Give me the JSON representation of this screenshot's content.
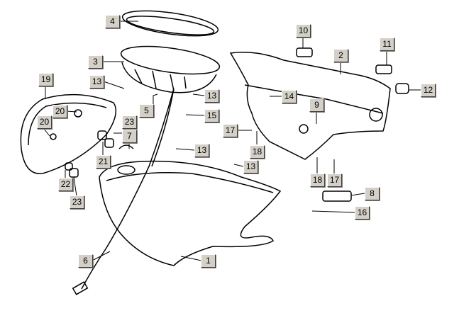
{
  "diagram_title": "",
  "labels": [
    "4",
    "3",
    "13",
    "5",
    "13",
    "15",
    "19",
    "20",
    "20",
    "23",
    "7",
    "21",
    "13",
    "22",
    "23",
    "6",
    "1",
    "10",
    "2",
    "11",
    "12",
    "14",
    "9",
    "17",
    "18",
    "13",
    "18",
    "17",
    "8",
    "16"
  ],
  "colors": {
    "label_bg": "#d4d0c8",
    "line": "#000000"
  }
}
